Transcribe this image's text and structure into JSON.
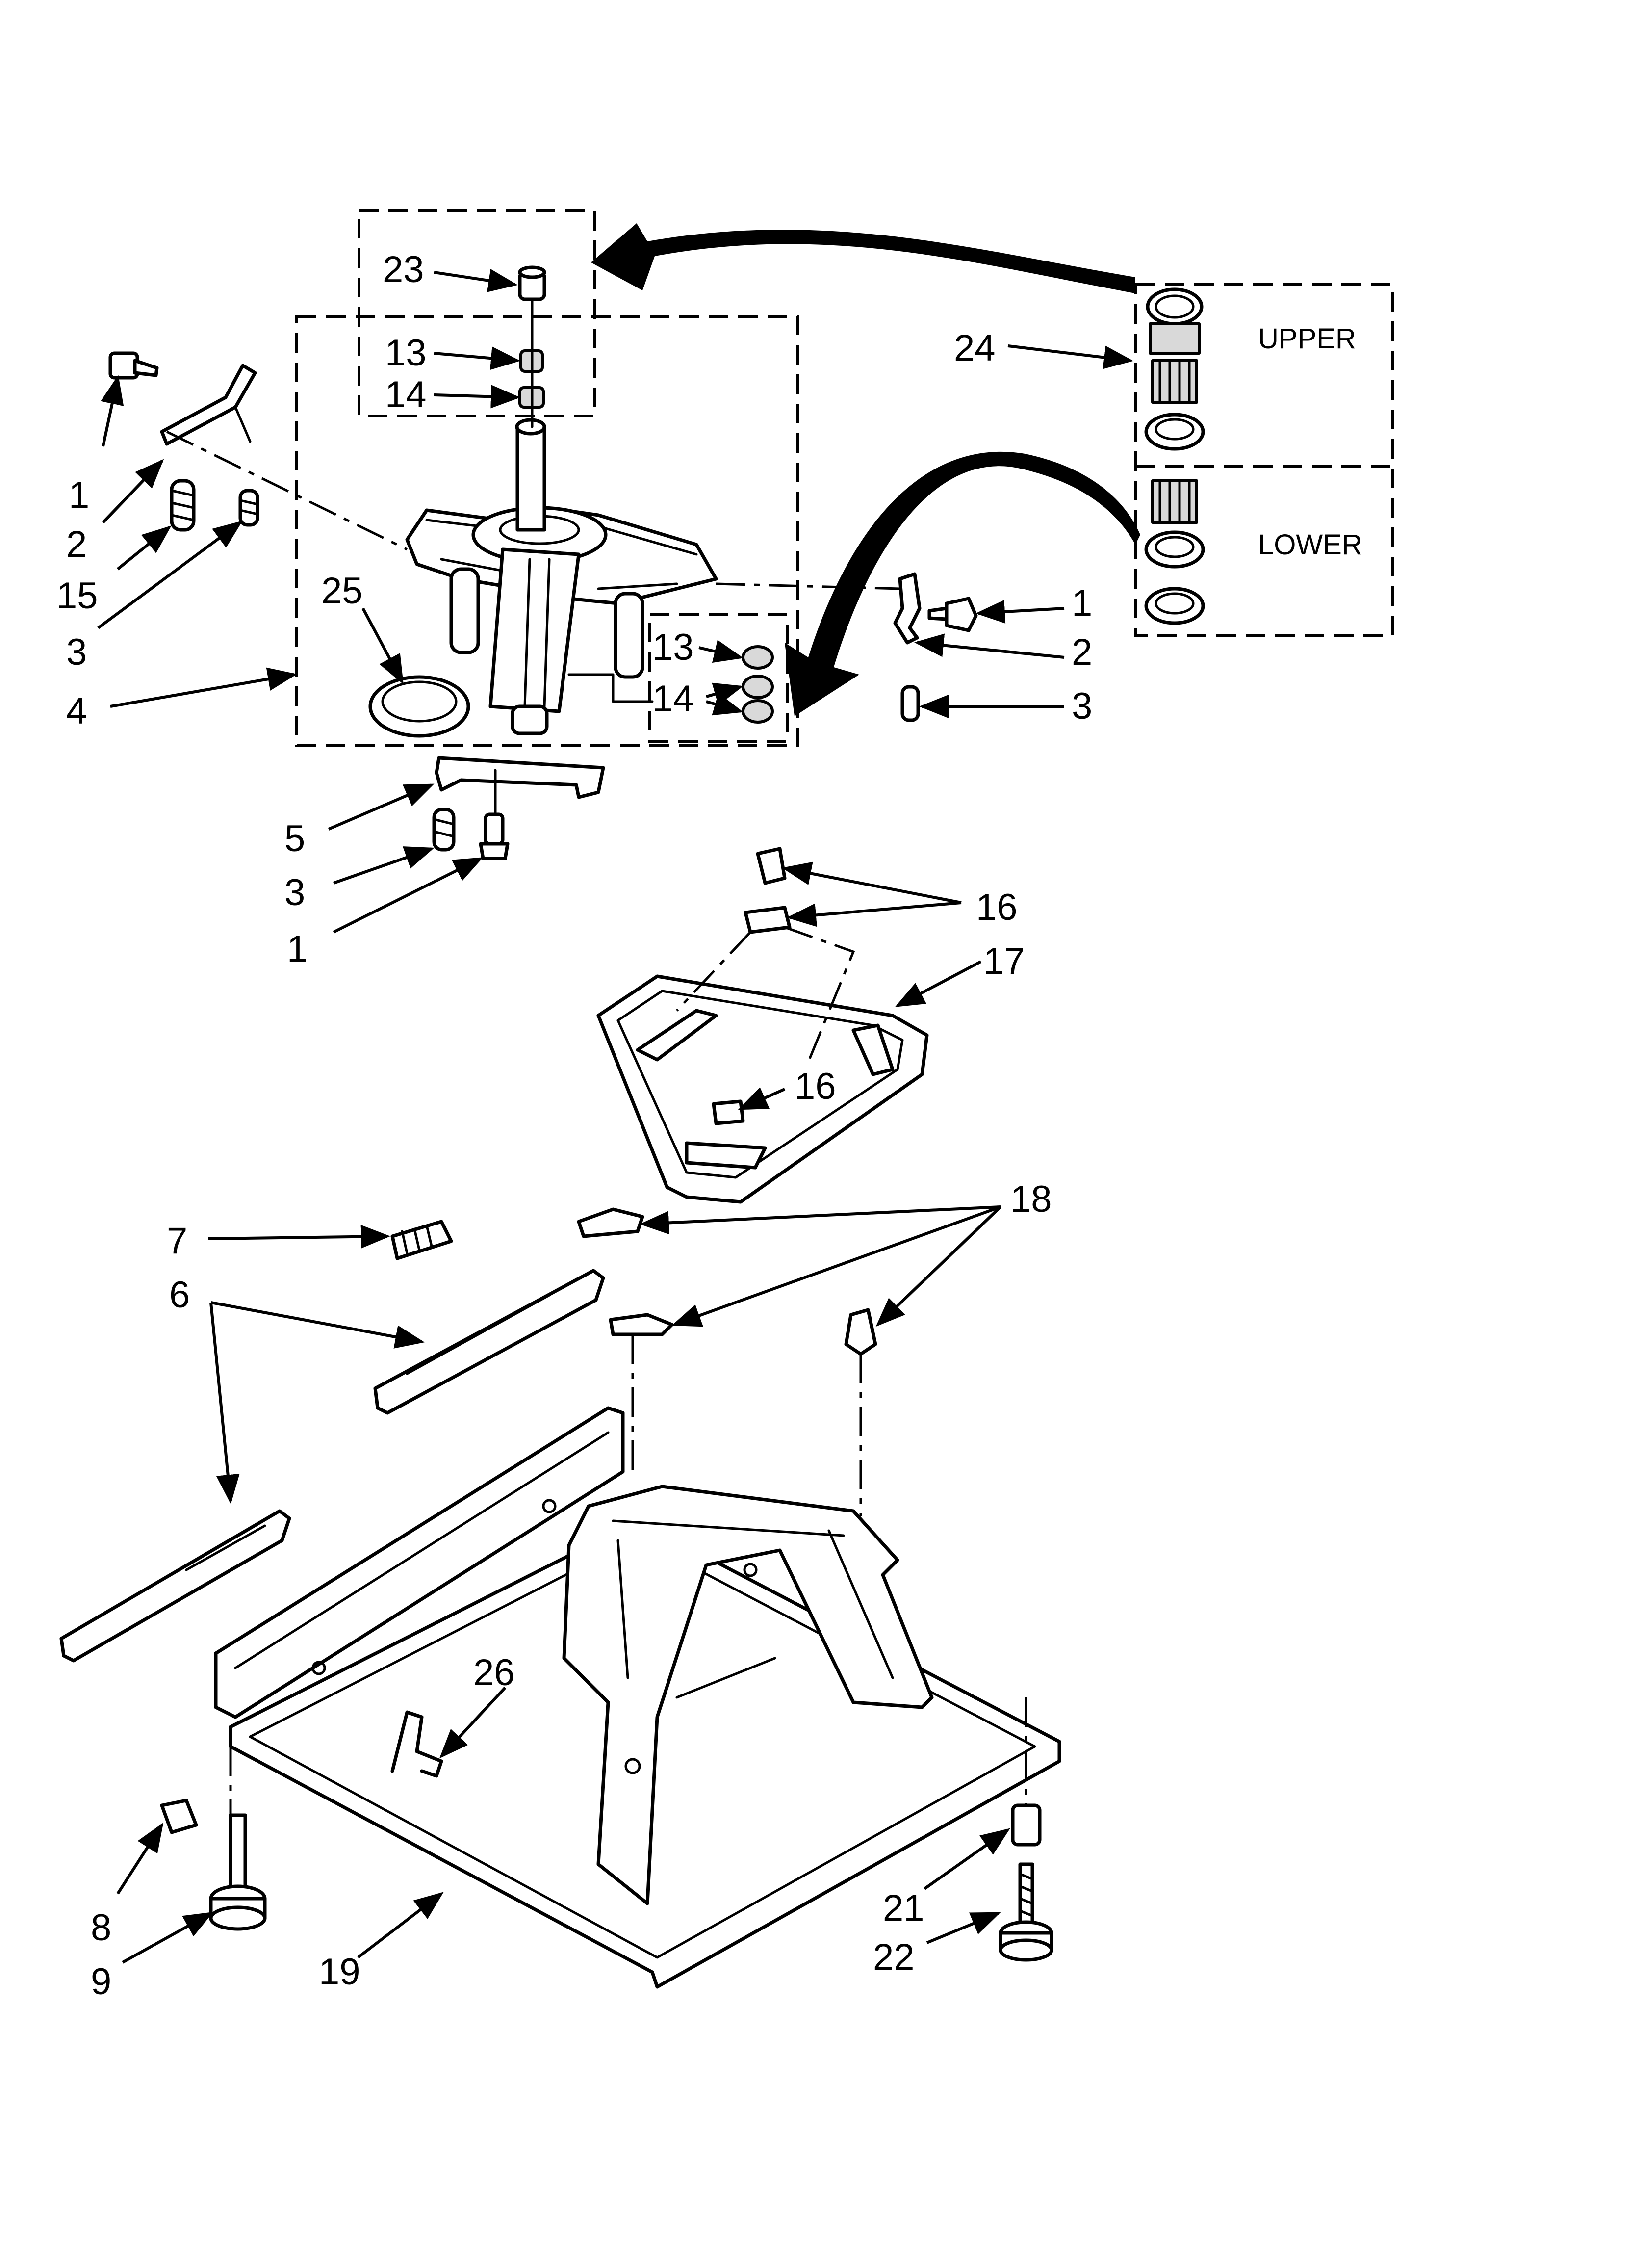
{
  "labels": {
    "l1a": "1",
    "l2a": "2",
    "l15": "15",
    "l3a": "3",
    "l4": "4",
    "l23": "23",
    "l13a": "13",
    "l14a": "14",
    "l25": "25",
    "l13b": "13",
    "l14b": "14",
    "l24": "24",
    "upper": "UPPER",
    "lower": "LOWER",
    "l1b": "1",
    "l2b": "2",
    "l3b": "3",
    "l5": "5",
    "l3c": "3",
    "l1c": "1",
    "l16a": "16",
    "l17": "17",
    "l16b": "16",
    "l18": "18",
    "l7": "7",
    "l6": "6",
    "l26": "26",
    "l8": "8",
    "l9": "9",
    "l19": "19",
    "l21": "21",
    "l22": "22"
  }
}
